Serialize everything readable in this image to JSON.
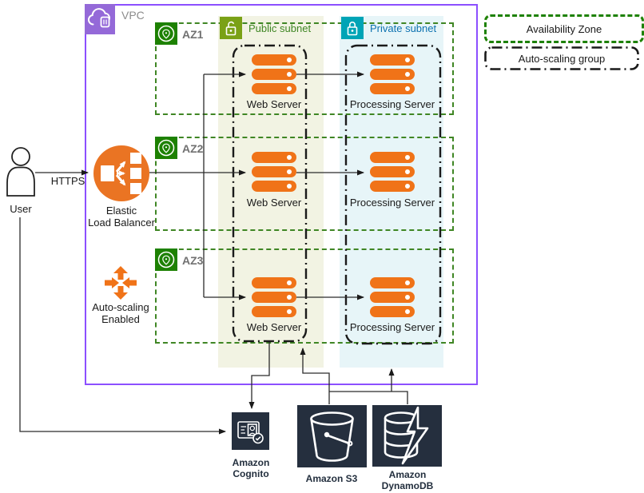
{
  "vpc": {
    "label": "VPC"
  },
  "subnets": {
    "public": {
      "label": "Public subnet"
    },
    "private": {
      "label": "Private subnet"
    }
  },
  "azs": [
    {
      "label": "AZ1"
    },
    {
      "label": "AZ2"
    },
    {
      "label": "AZ3"
    }
  ],
  "nodes": {
    "user": {
      "label": "User"
    },
    "https": {
      "label": "HTTPS"
    },
    "elb": {
      "line1": "Elastic",
      "line2": "Load Balancer"
    },
    "autoscaling": {
      "line1": "Auto-scaling",
      "line2": "Enabled"
    },
    "web_server": {
      "label": "Web Server"
    },
    "processing_server": {
      "label": "Processing Server"
    },
    "cognito": {
      "line1": "Amazon",
      "line2": "Cognito"
    },
    "s3": {
      "label": "Amazon S3"
    },
    "dynamodb": {
      "line1": "Amazon",
      "line2": "DynamoDB"
    }
  },
  "legend": {
    "availability_zone": "Availability Zone",
    "autoscaling_group": "Auto-scaling group"
  },
  "colors": {
    "vpc_border": "#8C4FFF",
    "public_icon_green": "#7AA116",
    "public_text_green": "#3F8624",
    "private_icon_teal": "#00A4B6",
    "private_text_blue": "#0D72B0",
    "az_badge_green": "#1D8102",
    "server_orange": "#F07318",
    "service_navy": "#252F3E",
    "public_subnet_bg": "#F2F3E3",
    "private_subnet_bg": "#E7F5F8"
  }
}
